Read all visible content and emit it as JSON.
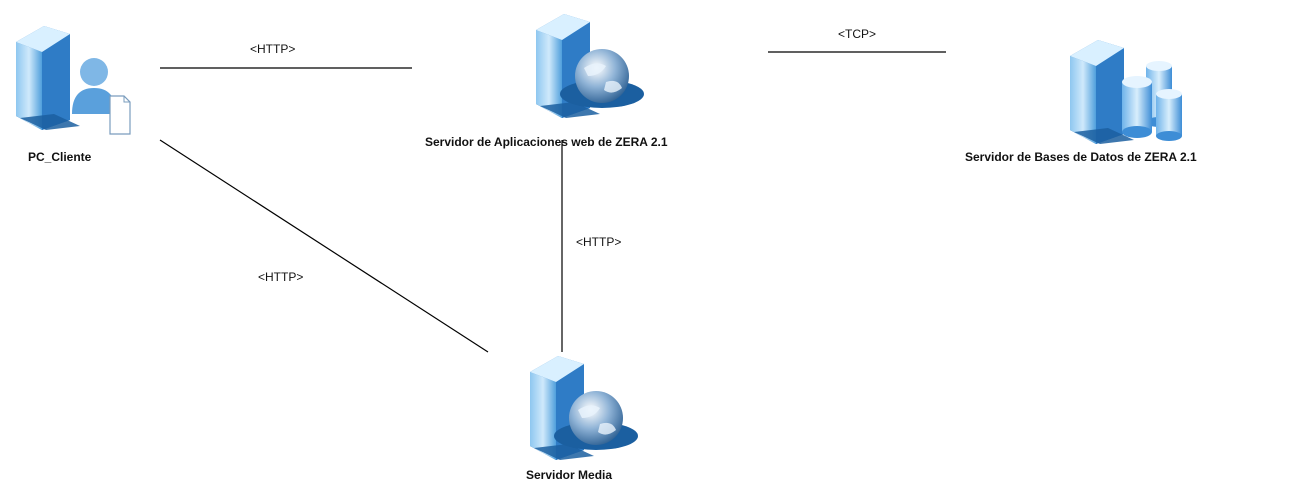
{
  "nodes": [
    {
      "id": "pc",
      "label": "PC_Cliente",
      "icon": "client-computer-icon"
    },
    {
      "id": "web",
      "label": "Servidor de Aplicaciones web de ZERA 2.1",
      "icon": "web-server-icon"
    },
    {
      "id": "db",
      "label": "Servidor de Bases de Datos de ZERA 2.1",
      "icon": "database-server-icon"
    },
    {
      "id": "media",
      "label": "Servidor Media",
      "icon": "web-server-icon"
    }
  ],
  "connections": [
    {
      "from": "PC_Cliente",
      "to": "Servidor de Aplicaciones web de ZERA 2.1",
      "label": "<HTTP>"
    },
    {
      "from": "Servidor de Aplicaciones web de ZERA 2.1",
      "to": "Servidor de Bases de Datos de ZERA 2.1",
      "label": "<TCP>"
    },
    {
      "from": "Servidor de Aplicaciones web de ZERA 2.1",
      "to": "Servidor Media",
      "label": "<HTTP>"
    },
    {
      "from": "PC_Cliente",
      "to": "Servidor Media",
      "label": "<HTTP>"
    }
  ],
  "colors": {
    "server_light": "#bfe0f7",
    "server_mid": "#5aa9e6",
    "server_dark": "#1f6fb8",
    "line": "#000000"
  }
}
